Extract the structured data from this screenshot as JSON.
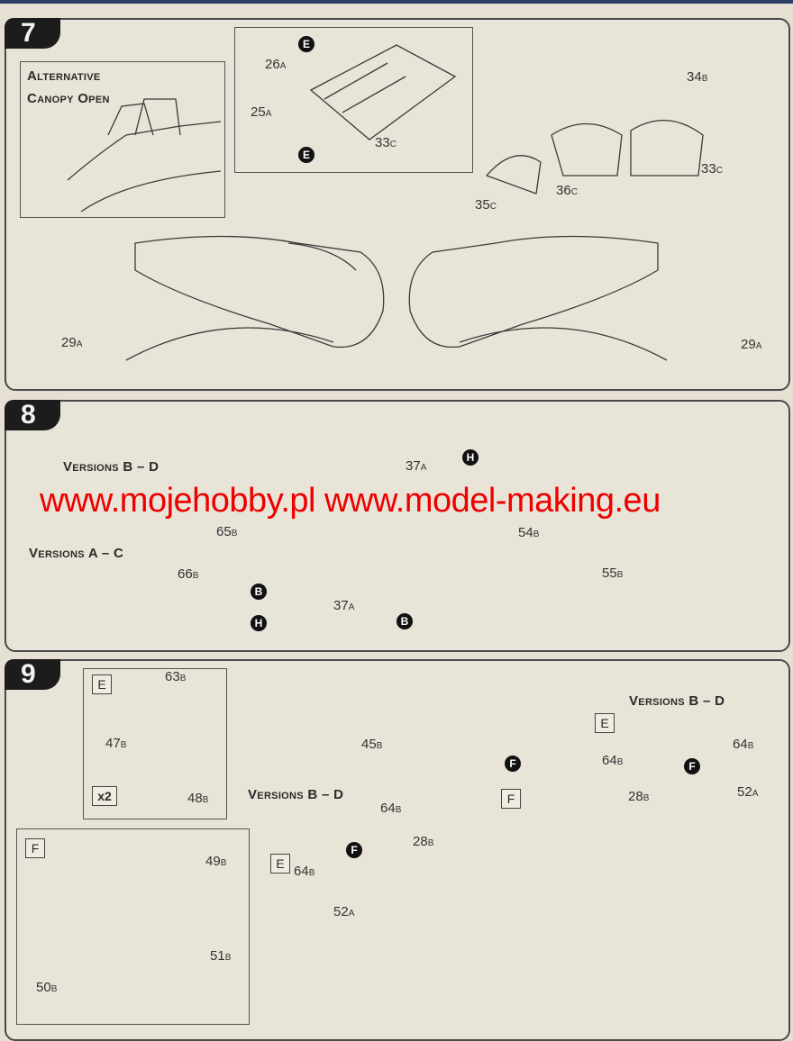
{
  "watermark": "www.mojehobby.pl www.model-making.eu",
  "step7": {
    "number": "7",
    "alt_title_1": "Alternative",
    "alt_title_2": "Canopy Open",
    "parts": {
      "p26": "26",
      "p26s": "A",
      "p25": "25",
      "p25s": "A",
      "p33a": "33",
      "p33as": "C",
      "p34": "34",
      "p34s": "B",
      "p33b": "33",
      "p33bs": "C",
      "p36": "36",
      "p36s": "C",
      "p35": "35",
      "p35s": "C",
      "p29a": "29",
      "p29as": "A",
      "p29b": "29",
      "p29bs": "A"
    },
    "glue": "E"
  },
  "step8": {
    "number": "8",
    "versions_bd": "Versions B – D",
    "versions_ac": "Versions A – C",
    "parts": {
      "p37a": "37",
      "p37as": "A",
      "p65": "65",
      "p65s": "B",
      "p66": "66",
      "p66s": "B",
      "p37b": "37",
      "p37bs": "A",
      "p54": "54",
      "p54s": "B",
      "p55": "55",
      "p55s": "B"
    },
    "h": "H",
    "b": "B"
  },
  "step9": {
    "number": "9",
    "e": "E",
    "f": "F",
    "x2": "x2",
    "versions_bd": "Versions B – D",
    "parts": {
      "p63": "63",
      "p63s": "B",
      "p47": "47",
      "p47s": "B",
      "p48": "48",
      "p48s": "B",
      "p49": "49",
      "p49s": "B",
      "p50": "50",
      "p50s": "B",
      "p51": "51",
      "p51s": "B",
      "p45": "45",
      "p45s": "B",
      "p64": "64",
      "p64s": "B",
      "p28": "28",
      "p28s": "B",
      "p52": "52",
      "p52s": "A"
    }
  }
}
